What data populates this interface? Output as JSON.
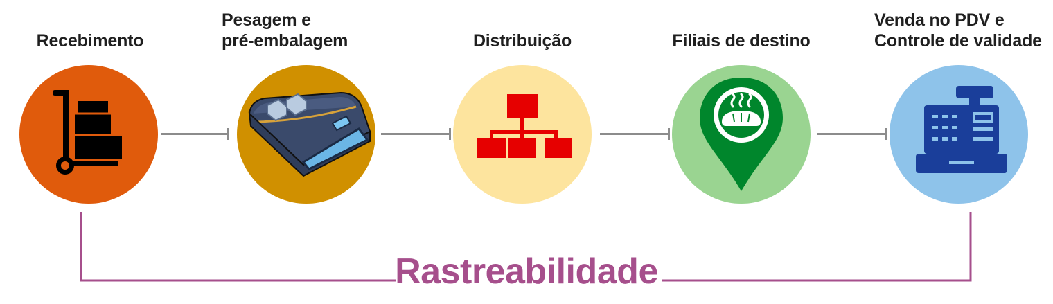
{
  "steps": [
    {
      "label": [
        "Recebimento"
      ],
      "icon": "hand-truck-icon",
      "color": "#e05b0c"
    },
    {
      "label": [
        "Pesagem e",
        "pré-embalagem"
      ],
      "icon": "weighing-scale-icon",
      "color": "#d09000"
    },
    {
      "label": [
        "Distribuição"
      ],
      "icon": "org-chart-icon",
      "color": "#fde49e"
    },
    {
      "label": [
        "Filiais de destino"
      ],
      "icon": "bread-location-pin-icon",
      "color": "#9ad491"
    },
    {
      "label": [
        "Venda no PDV e",
        "Controle de validade"
      ],
      "icon": "cash-register-icon",
      "color": "#8ec3ea"
    }
  ],
  "footer": {
    "title": "Rastreabilidade",
    "color": "#a64f8c"
  }
}
